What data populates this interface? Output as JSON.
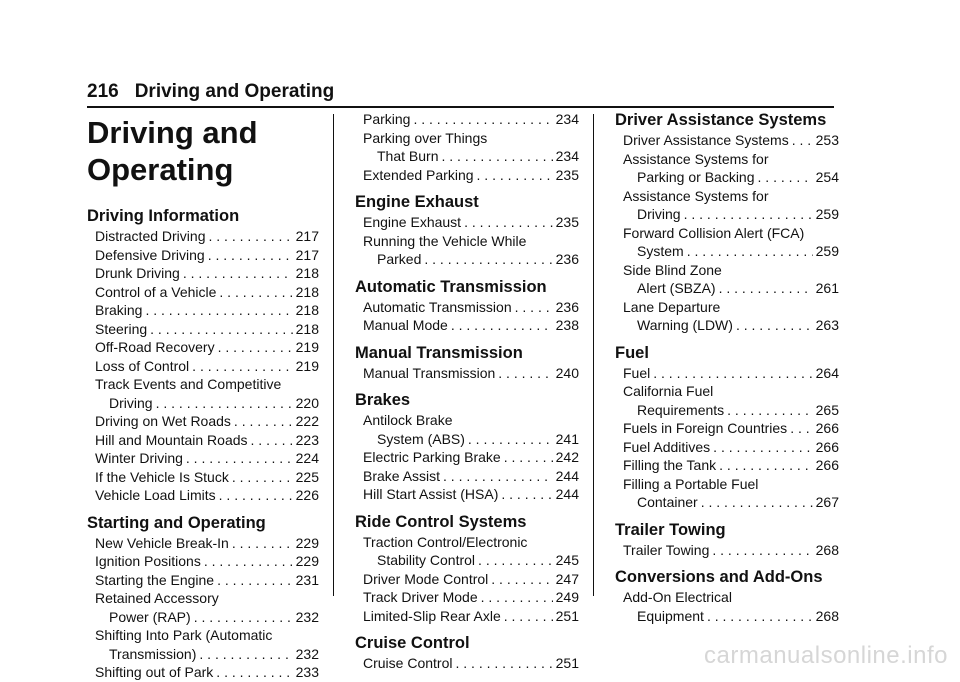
{
  "header": {
    "page_number": "216",
    "title": "Driving and Operating"
  },
  "big_title": {
    "line1": "Driving and",
    "line2": "Operating"
  },
  "watermark": "carmanualsonline.info",
  "col1": [
    {
      "heading": "Driving Information",
      "entries": [
        {
          "text": "Distracted Driving",
          "page": "217"
        },
        {
          "text": "Defensive Driving",
          "page": "217"
        },
        {
          "text": "Drunk Driving",
          "page": "218"
        },
        {
          "text": "Control of a Vehicle",
          "page": "218"
        },
        {
          "text": "Braking",
          "page": "218"
        },
        {
          "text": "Steering",
          "page": "218"
        },
        {
          "text": "Off-Road Recovery",
          "page": "219"
        },
        {
          "text": "Loss of Control",
          "page": "219"
        },
        {
          "first": "Track Events and Competitive",
          "text": "Driving",
          "page": "220"
        },
        {
          "text": "Driving on Wet Roads",
          "page": "222"
        },
        {
          "text": "Hill and Mountain Roads",
          "page": "223"
        },
        {
          "text": "Winter Driving",
          "page": "224"
        },
        {
          "text": "If the Vehicle Is Stuck",
          "page": "225"
        },
        {
          "text": "Vehicle Load Limits",
          "page": "226"
        }
      ]
    },
    {
      "heading": "Starting and Operating",
      "entries": [
        {
          "text": "New Vehicle Break-In",
          "page": "229"
        },
        {
          "text": "Ignition Positions",
          "page": "229"
        },
        {
          "text": "Starting the Engine",
          "page": "231"
        },
        {
          "first": "Retained Accessory",
          "text": "Power (RAP)",
          "page": "232"
        },
        {
          "first": "Shifting Into Park (Automatic",
          "text": "Transmission)",
          "page": "232"
        },
        {
          "text": "Shifting out of Park",
          "page": "233"
        }
      ]
    }
  ],
  "col2": [
    {
      "heading": "",
      "entries": [
        {
          "text": "Parking",
          "page": "234"
        },
        {
          "first": "Parking over Things",
          "text": "That Burn",
          "page": "234"
        },
        {
          "text": "Extended Parking",
          "page": "235"
        }
      ]
    },
    {
      "heading": "Engine Exhaust",
      "entries": [
        {
          "text": "Engine Exhaust",
          "page": "235"
        },
        {
          "first": "Running the Vehicle While",
          "text": "Parked",
          "page": "236"
        }
      ]
    },
    {
      "heading": "Automatic Transmission",
      "entries": [
        {
          "text": "Automatic Transmission",
          "page": "236"
        },
        {
          "text": "Manual Mode",
          "page": "238"
        }
      ]
    },
    {
      "heading": "Manual Transmission",
      "entries": [
        {
          "text": "Manual Transmission",
          "page": "240"
        }
      ]
    },
    {
      "heading": "Brakes",
      "entries": [
        {
          "first": "Antilock Brake",
          "text": "System (ABS)",
          "page": "241"
        },
        {
          "text": "Electric Parking Brake",
          "page": "242"
        },
        {
          "text": "Brake Assist",
          "page": "244"
        },
        {
          "text": "Hill Start Assist (HSA)",
          "page": "244"
        }
      ]
    },
    {
      "heading": "Ride Control Systems",
      "entries": [
        {
          "first": "Traction Control/Electronic",
          "text": "Stability Control",
          "page": "245"
        },
        {
          "text": "Driver Mode Control",
          "page": "247"
        },
        {
          "text": "Track Driver Mode",
          "page": "249"
        },
        {
          "text": "Limited-Slip Rear Axle",
          "page": "251"
        }
      ]
    },
    {
      "heading": "Cruise Control",
      "entries": [
        {
          "text": "Cruise Control",
          "page": "251"
        }
      ]
    }
  ],
  "col3": [
    {
      "heading": "Driver Assistance Systems",
      "entries": [
        {
          "text": "Driver Assistance Systems",
          "page": "253"
        },
        {
          "first": "Assistance Systems for",
          "text": "Parking or Backing",
          "page": "254"
        },
        {
          "first": "Assistance Systems for",
          "text": "Driving",
          "page": "259"
        },
        {
          "first": "Forward Collision Alert (FCA)",
          "text": "System",
          "page": "259"
        },
        {
          "first": "Side Blind Zone",
          "text": "Alert (SBZA)",
          "page": "261"
        },
        {
          "first": "Lane Departure",
          "text": "Warning (LDW)",
          "page": "263"
        }
      ]
    },
    {
      "heading": "Fuel",
      "entries": [
        {
          "text": "Fuel",
          "page": "264"
        },
        {
          "first": "California Fuel",
          "text": "Requirements",
          "page": "265"
        },
        {
          "text": "Fuels in Foreign Countries",
          "page": "266"
        },
        {
          "text": "Fuel Additives",
          "page": "266"
        },
        {
          "text": "Filling the Tank",
          "page": "266"
        },
        {
          "first": "Filling a Portable Fuel",
          "text": "Container",
          "page": "267"
        }
      ]
    },
    {
      "heading": "Trailer Towing",
      "entries": [
        {
          "text": "Trailer Towing",
          "page": "268"
        }
      ]
    },
    {
      "heading": "Conversions and Add-Ons",
      "entries": [
        {
          "first": "Add-On Electrical",
          "text": "Equipment",
          "page": "268"
        }
      ]
    }
  ]
}
